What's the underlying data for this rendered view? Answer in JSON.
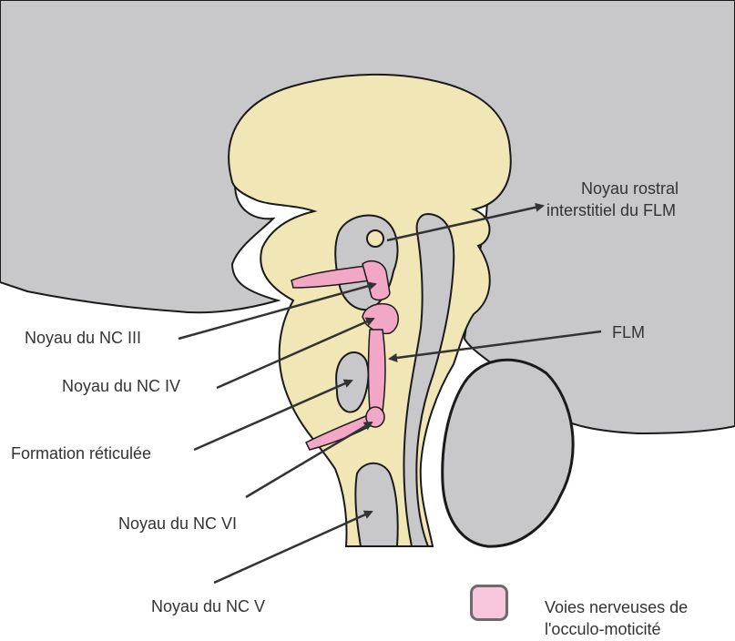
{
  "labels": {
    "rostral": [
      "Noyau rostral",
      "interstitiel du FLM"
    ],
    "nc3": "Noyau du NC III",
    "nc4": "Noyau du NC IV",
    "reticular": "Formation réticulée",
    "nc6": "Noyau du NC VI",
    "nc5": "Noyau du NC V",
    "flm": "FLM"
  },
  "legend": {
    "text": [
      "Voies nerveuses de",
      "l'occulo-moticité"
    ]
  },
  "colors": {
    "brain_gray": "#c8c8ca",
    "brainstem_yellow": "#f1e6b6",
    "pathway_pink": "#f2a7c7",
    "legend_pink": "#f7c6db",
    "outline": "#1a1a1a",
    "arrow": "#333333"
  }
}
